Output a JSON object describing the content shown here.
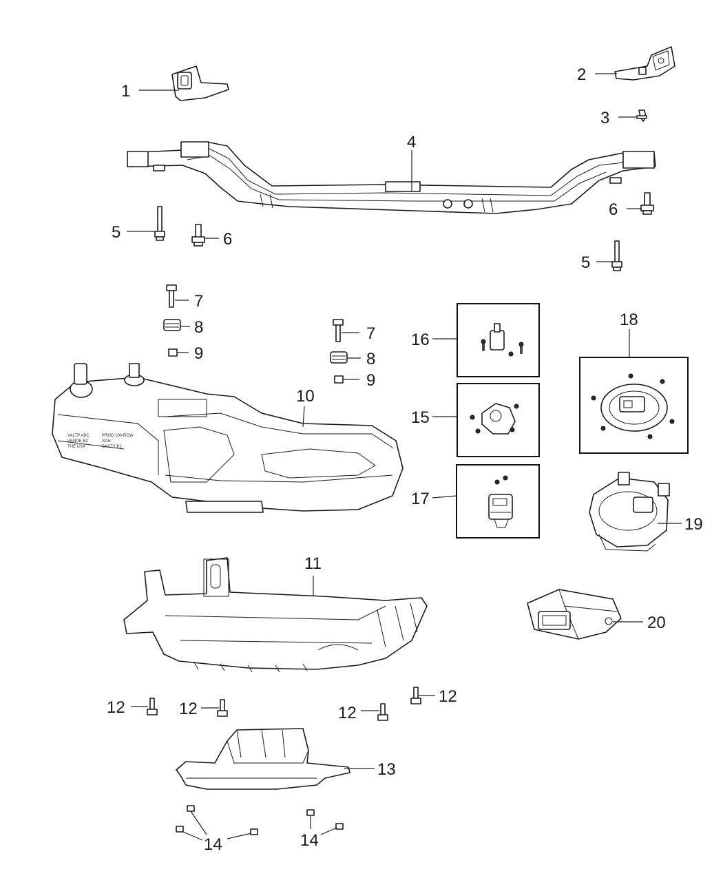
{
  "callouts": [
    {
      "id": "c1",
      "label": "1"
    },
    {
      "id": "c2",
      "label": "2"
    },
    {
      "id": "c3",
      "label": "3"
    },
    {
      "id": "c4",
      "label": "4"
    },
    {
      "id": "c5a",
      "label": "5"
    },
    {
      "id": "c6a",
      "label": "6"
    },
    {
      "id": "c6b",
      "label": "6"
    },
    {
      "id": "c5b",
      "label": "5"
    },
    {
      "id": "c7a",
      "label": "7"
    },
    {
      "id": "c8a",
      "label": "8"
    },
    {
      "id": "c9a",
      "label": "9"
    },
    {
      "id": "c7b",
      "label": "7"
    },
    {
      "id": "c8b",
      "label": "8"
    },
    {
      "id": "c9b",
      "label": "9"
    },
    {
      "id": "c10",
      "label": "10"
    },
    {
      "id": "c16",
      "label": "16"
    },
    {
      "id": "c15",
      "label": "15"
    },
    {
      "id": "c17",
      "label": "17"
    },
    {
      "id": "c18",
      "label": "18"
    },
    {
      "id": "c19",
      "label": "19"
    },
    {
      "id": "c11",
      "label": "11"
    },
    {
      "id": "c20",
      "label": "20"
    },
    {
      "id": "c12a",
      "label": "12"
    },
    {
      "id": "c12b",
      "label": "12"
    },
    {
      "id": "c12c",
      "label": "12"
    },
    {
      "id": "c12d",
      "label": "12"
    },
    {
      "id": "c13",
      "label": "13"
    },
    {
      "id": "c14a",
      "label": "14"
    },
    {
      "id": "c14b",
      "label": "14"
    }
  ]
}
